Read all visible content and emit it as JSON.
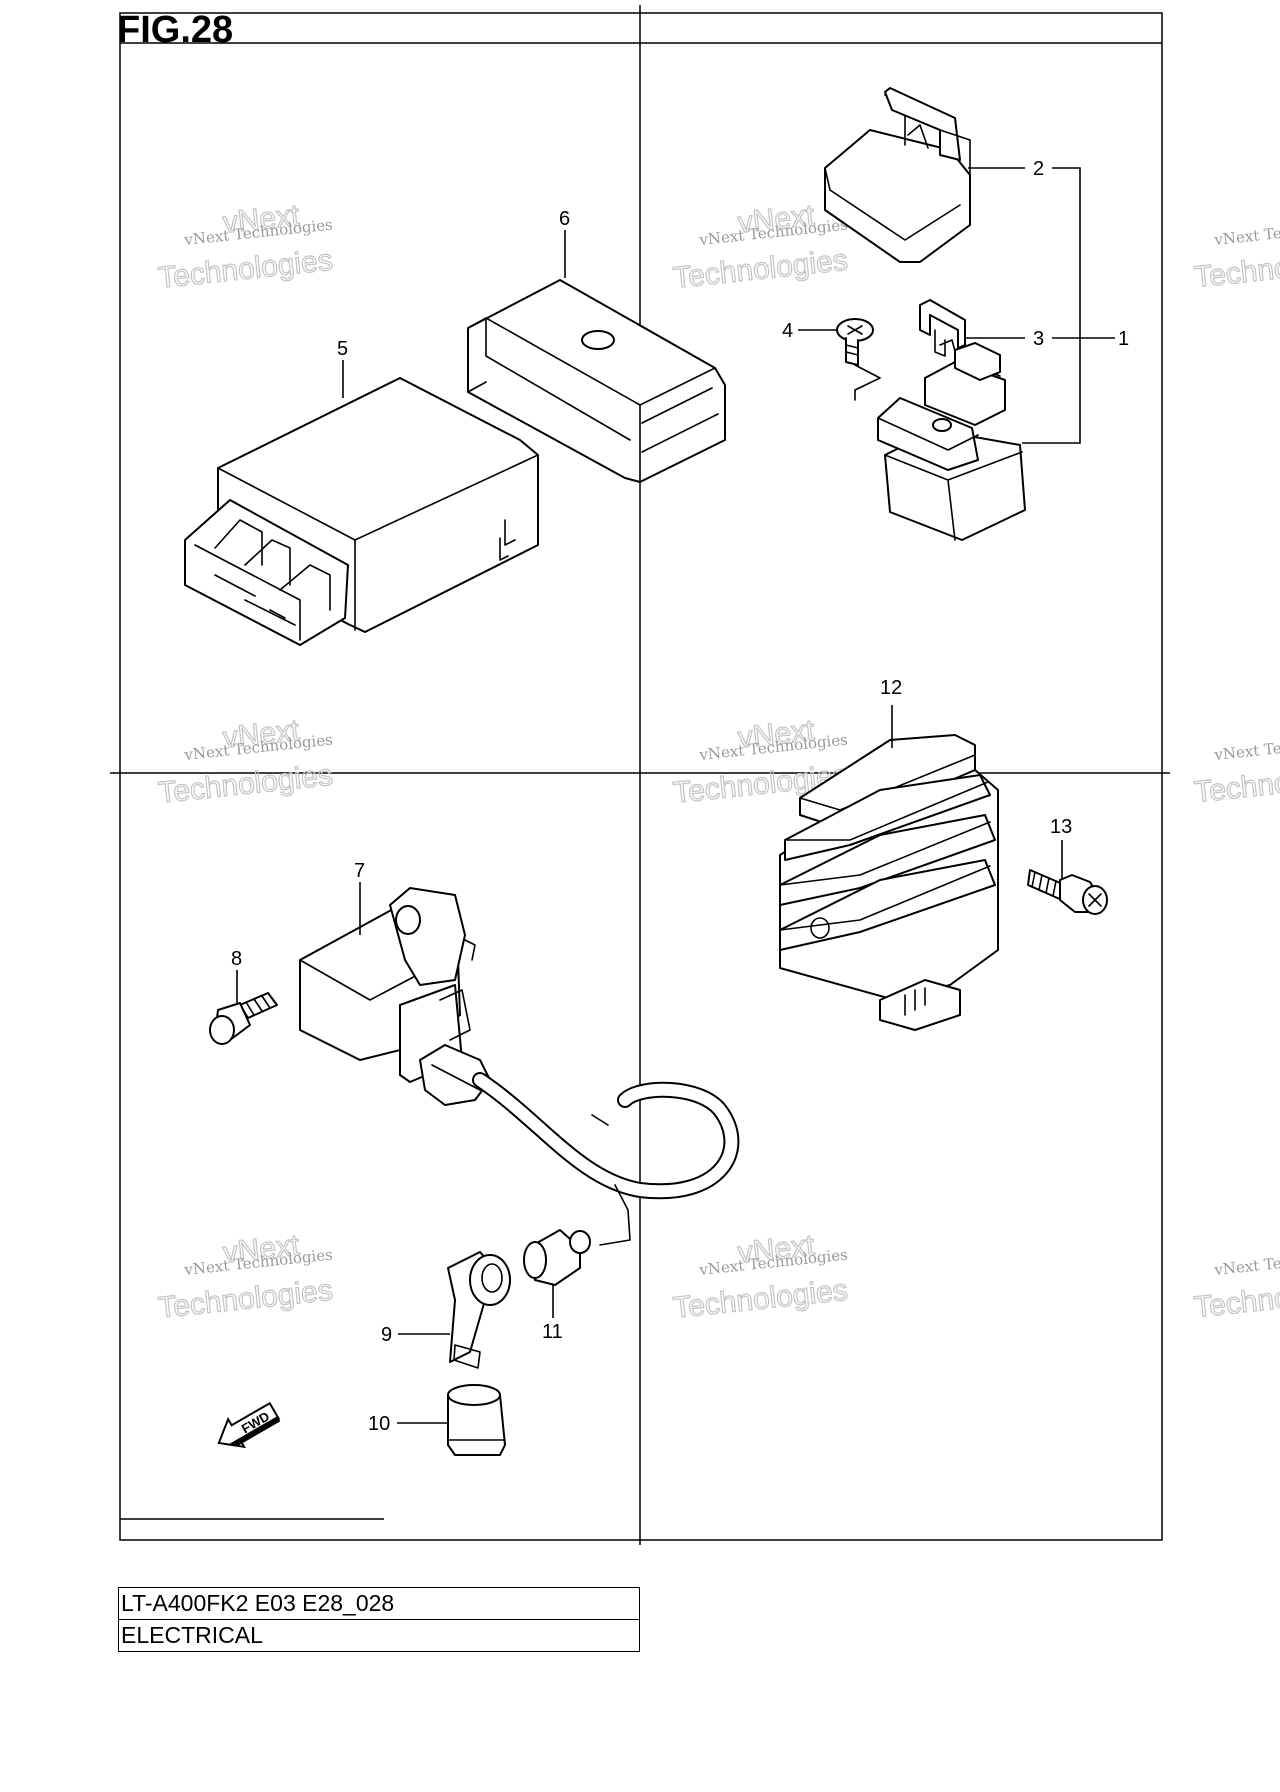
{
  "figure": {
    "title": "FIG.28"
  },
  "watermark": {
    "line1": "vNext Technologies",
    "line2": "Technologies",
    "line3": "vNext"
  },
  "parts": [
    {
      "ref": "1"
    },
    {
      "ref": "2"
    },
    {
      "ref": "3"
    },
    {
      "ref": "4"
    },
    {
      "ref": "5"
    },
    {
      "ref": "6"
    },
    {
      "ref": "7"
    },
    {
      "ref": "8"
    },
    {
      "ref": "9"
    },
    {
      "ref": "10"
    },
    {
      "ref": "11"
    },
    {
      "ref": "12"
    },
    {
      "ref": "13"
    }
  ],
  "fwd_arrow": {
    "text": "FWD"
  },
  "info": {
    "model_code": "LT-A400FK2 E03 E28_028",
    "section": "ELECTRICAL"
  }
}
